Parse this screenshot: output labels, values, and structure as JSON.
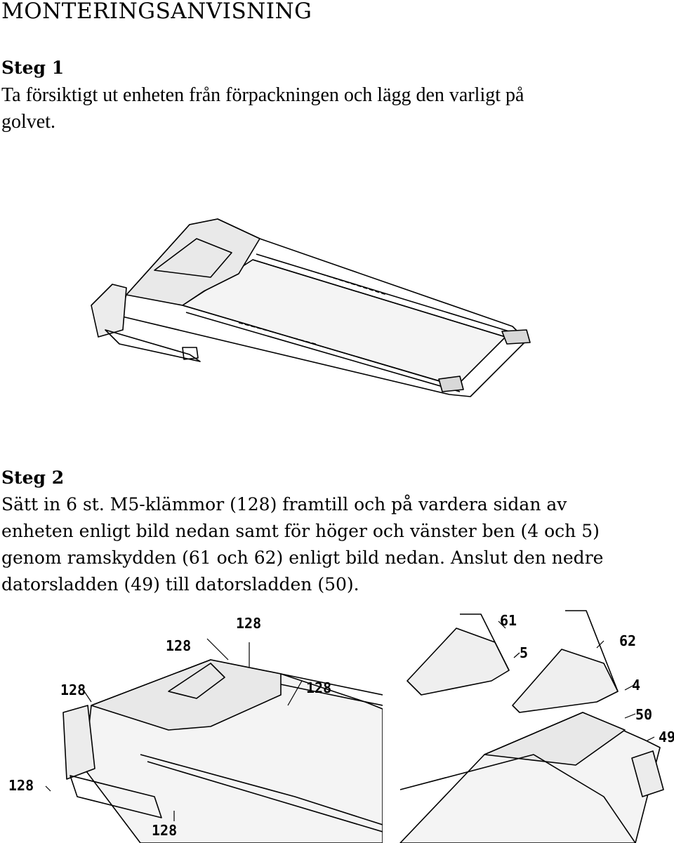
{
  "document": {
    "title": "MONTERINGSANVISNING",
    "steps": [
      {
        "heading": "Steg 1",
        "lines": [
          "Ta försiktigt ut enheten från förpackningen och lägg den varligt på",
          "golvet."
        ]
      },
      {
        "heading": "Steg 2",
        "lines": [
          "Sätt in 6 st. M5-klämmor (128) framtill och på vardera sidan av",
          "enheten enligt bild nedan samt för höger och vänster ben (4 och 5)",
          "genom ramskydden (61 och 62) enligt bild nedan. Anslut den nedre",
          "datorsladden (49) till datorsladden (50)."
        ]
      }
    ]
  },
  "figure_left_callouts": [
    "128",
    "128",
    "128",
    "128",
    "128",
    "128"
  ],
  "figure_right_callouts": [
    "61",
    "62",
    "5",
    "4",
    "50",
    "49"
  ]
}
